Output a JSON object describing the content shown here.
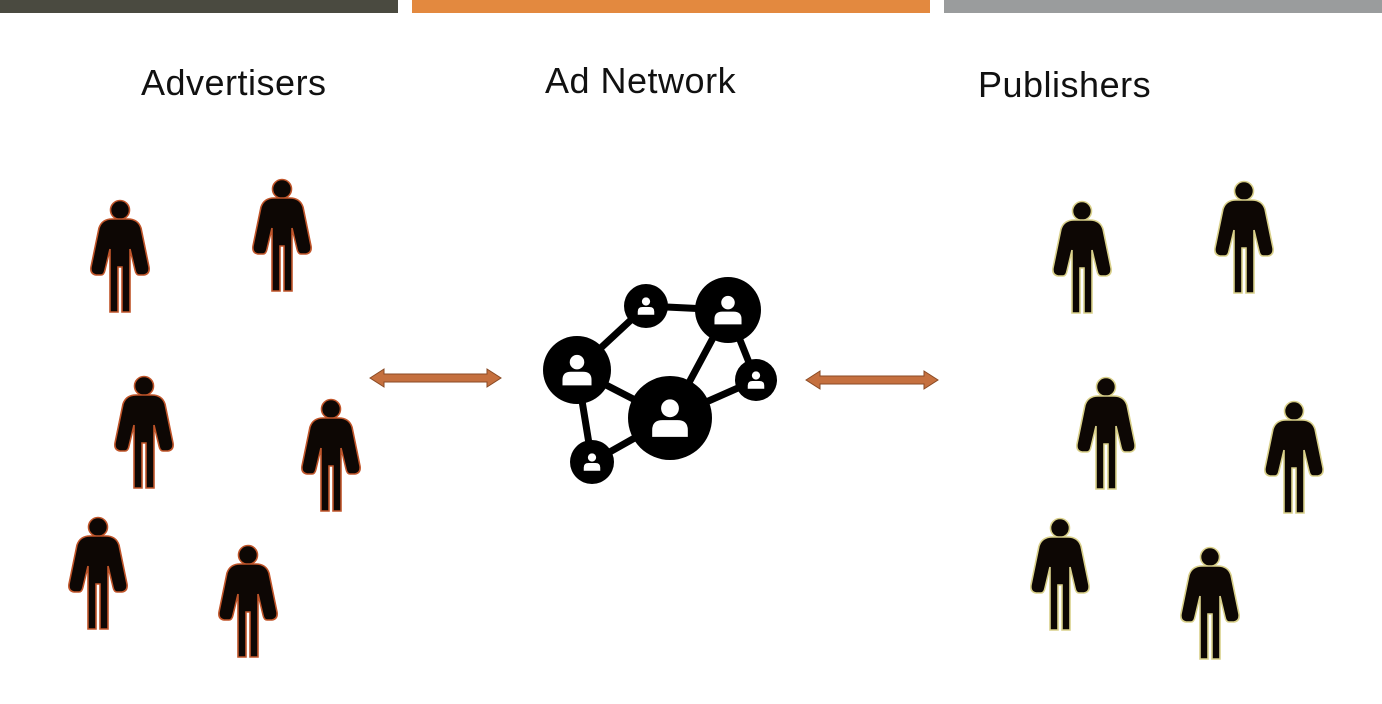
{
  "colors": {
    "bar_left": "#4a4a40",
    "bar_middle": "#e3893f",
    "bar_right": "#9a9c9d",
    "person_fill": "#0d0704",
    "advertiser_outline": "#c0552a",
    "publisher_outline": "#d9d08a",
    "arrow": "#c5703f",
    "arrow_edge": "#8a4a24",
    "network": "#000000"
  },
  "headings": {
    "advertisers": "Advertisers",
    "ad_network": "Ad Network",
    "publishers": "Publishers"
  },
  "icons": {
    "person": "person-icon",
    "network": "network-icon",
    "arrow": "double-arrow-icon"
  }
}
